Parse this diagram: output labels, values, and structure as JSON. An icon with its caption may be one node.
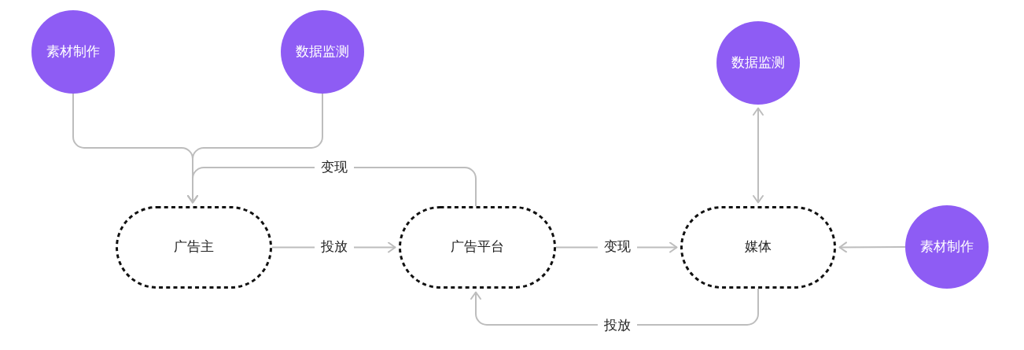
{
  "diagram": {
    "nodes": [
      {
        "text": [
          "素材制作"
        ]
      },
      {
        "text": [
          "数据监测"
        ]
      },
      {
        "text": [
          "数据监测"
        ]
      },
      {
        "text": [
          "广告主"
        ]
      },
      {
        "text": [
          "广告平台"
        ]
      },
      {
        "text": [
          "媒体"
        ]
      },
      {
        "text": [
          "素材制作"
        ]
      }
    ],
    "edges": [
      {
        "from": 0,
        "to": 3,
        "arrow": "to"
      },
      {
        "from": 1,
        "to": 3,
        "arrow": "to"
      },
      {
        "from": 4,
        "to": 3,
        "arrow": "to",
        "label": "变现"
      },
      {
        "from": 3,
        "to": 4,
        "arrow": "to",
        "label": "投放"
      },
      {
        "from": 4,
        "to": 5,
        "arrow": "to",
        "label": "变现"
      },
      {
        "from": 2,
        "to": 5,
        "arrow": "both"
      },
      {
        "from": 6,
        "to": 5,
        "arrow": "to"
      },
      {
        "from": 5,
        "to": 4,
        "arrow": "to",
        "label": "投放"
      }
    ]
  }
}
